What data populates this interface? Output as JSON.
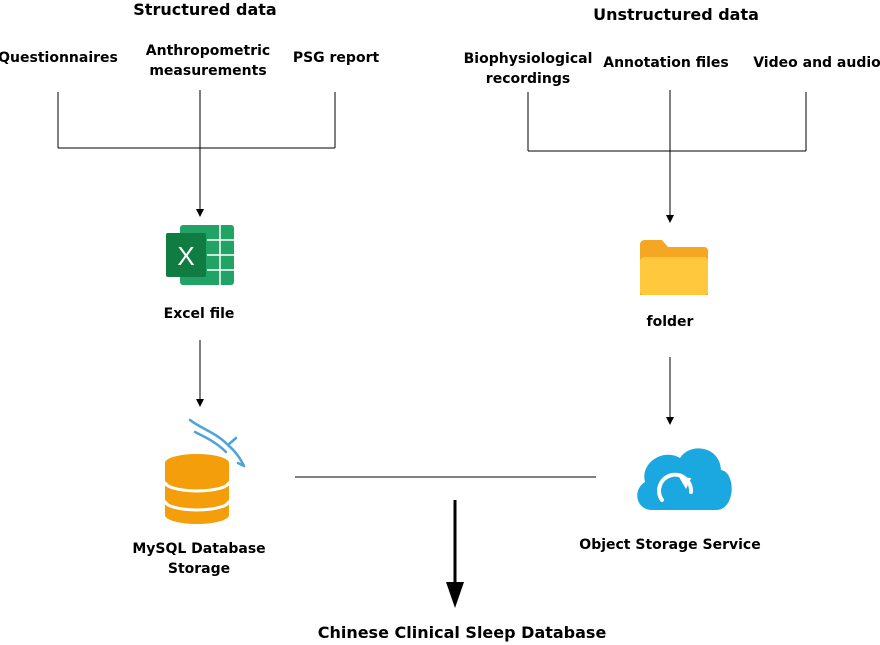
{
  "structured": {
    "heading": "Structured data",
    "sources": [
      {
        "line1": "Questionnaires",
        "line2": ""
      },
      {
        "line1": "Anthropometric",
        "line2": "measurements"
      },
      {
        "line1": "PSG report",
        "line2": ""
      }
    ],
    "file_label": "Excel file",
    "storage_label_1": "MySQL Database",
    "storage_label_2": "Storage"
  },
  "unstructured": {
    "heading": "Unstructured data",
    "sources": [
      {
        "line1": "Biophysiological",
        "line2": "recordings"
      },
      {
        "line1": "Annotation files",
        "line2": ""
      },
      {
        "line1": "Video and audio",
        "line2": ""
      }
    ],
    "file_label": "folder",
    "storage_label": "Object Storage Service"
  },
  "result_label": "Chinese Clinical Sleep Database",
  "colors": {
    "excel_green": "#21A366",
    "excel_dark": "#107C41",
    "folder_yellow": "#FFC83D",
    "folder_orange": "#F5A623",
    "db_orange": "#F59E0B",
    "dolphin_blue": "#4FA3D9",
    "cloud_blue": "#1BA7E0"
  },
  "icons": [
    "excel-icon",
    "folder-icon",
    "mysql-dolphin-icon",
    "database-icon",
    "cloud-upload-icon"
  ]
}
